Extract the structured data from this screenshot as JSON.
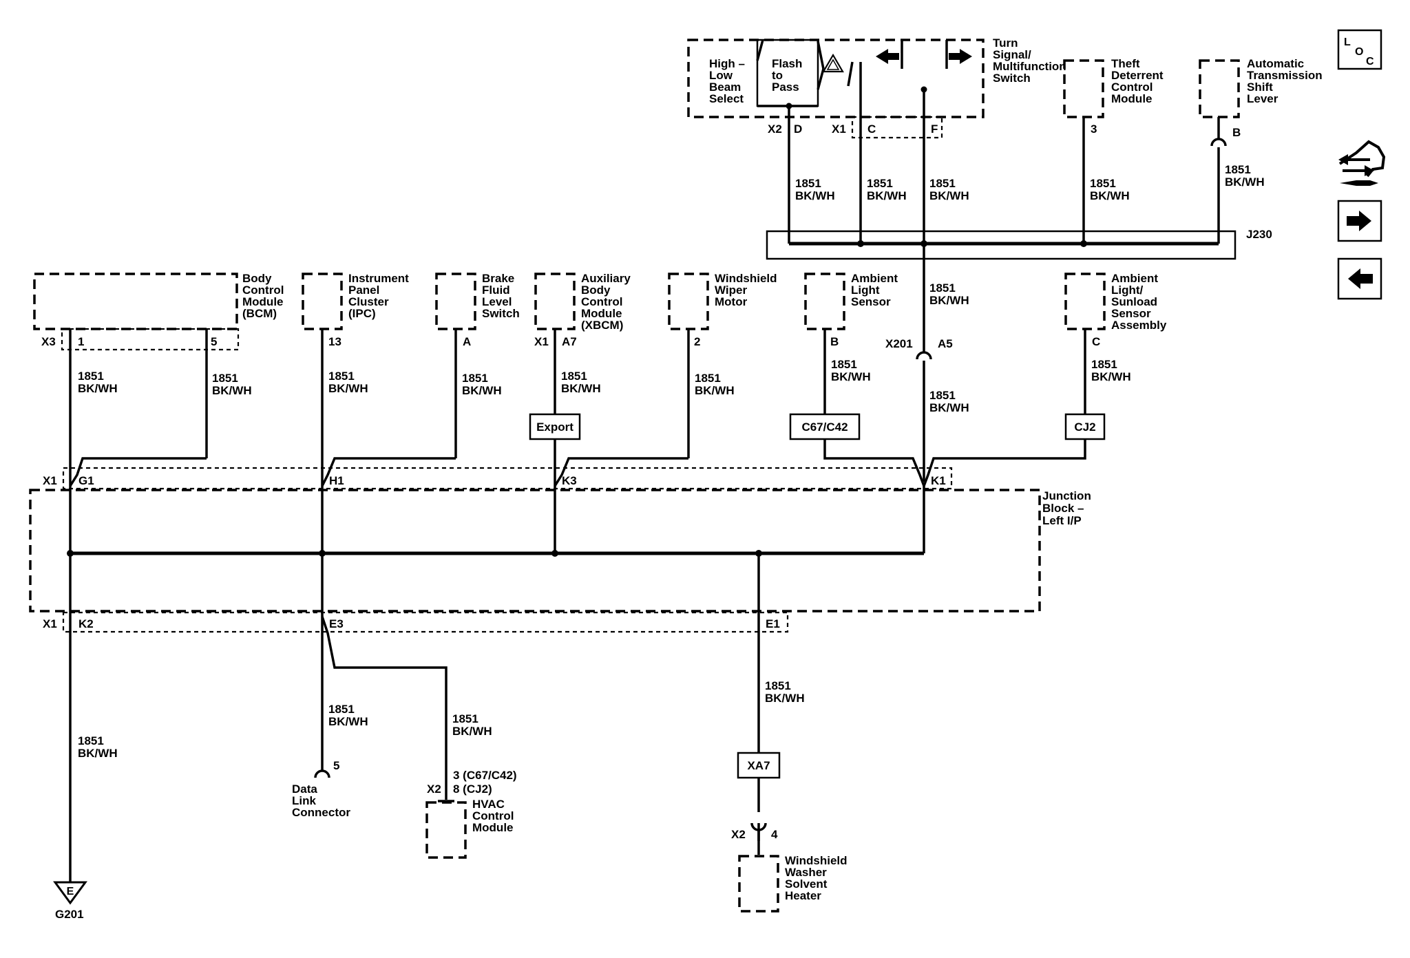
{
  "components": {
    "turn_signal_switch": {
      "name": "Turn Signal/ Multifunction Switch",
      "high_low": "High – Low Beam Select",
      "flash": "Flash to Pass",
      "conn_x2": "X2",
      "pin_d": "D",
      "conn_x1": "X1",
      "pin_c": "C",
      "pin_f": "F"
    },
    "theft_module": {
      "name": "Theft Deterrent Control Module",
      "pin": "3"
    },
    "shift_lever": {
      "name": "Automatic Transmission Shift Lever",
      "pin": "B"
    },
    "splice_j230": "J230",
    "bcm": {
      "name": "Body Control Module (BCM)",
      "conn": "X3",
      "pin1": "1",
      "pin5": "5"
    },
    "ipc": {
      "name": "Instrument Panel Cluster (IPC)",
      "pin": "13"
    },
    "brake_switch": {
      "name": "Brake Fluid Level Switch",
      "pin": "A"
    },
    "xbcm": {
      "name": "Auxiliary Body Control Module (XBCM)",
      "conn": "X1",
      "pin": "A7"
    },
    "wiper_motor": {
      "name": "Windshield Wiper Motor",
      "pin": "2"
    },
    "ambient_light": {
      "name": "Ambient Light Sensor",
      "pin": "B"
    },
    "sunload_sensor": {
      "name": "Ambient Light/ Sunload Sensor Assembly",
      "pin": "C"
    },
    "inline_x201": {
      "conn": "X201",
      "pin": "A5"
    },
    "junction_block": {
      "name": "Junction Block – Left I/P",
      "conn_top": "X1",
      "pin_g1": "G1",
      "pin_h1": "H1",
      "pin_k3": "K3",
      "pin_k1": "K1",
      "conn_bottom": "X1",
      "pin_k2": "K2",
      "pin_e3": "E3",
      "pin_e1": "E1"
    },
    "dlc": {
      "name": "Data Link Connector",
      "pin": "5"
    },
    "hvac": {
      "name": "HVAC Control Module",
      "conn": "X2",
      "pin_a": "3 (C67/C42)",
      "pin_b": "8 (CJ2)"
    },
    "washer_heater": {
      "name": "Windshield Washer Solvent Heater",
      "conn": "X2",
      "pin": "4"
    },
    "ground": {
      "name": "G201",
      "symbol": "E"
    }
  },
  "options": {
    "export": "Export",
    "c67": "C67/C42",
    "cj2": "CJ2",
    "xa7": "XA7"
  },
  "wire": {
    "circuit": "1851",
    "color": "BK/WH"
  },
  "nav": {
    "loc": {
      "l": "L",
      "o": "O",
      "c": "C"
    }
  }
}
